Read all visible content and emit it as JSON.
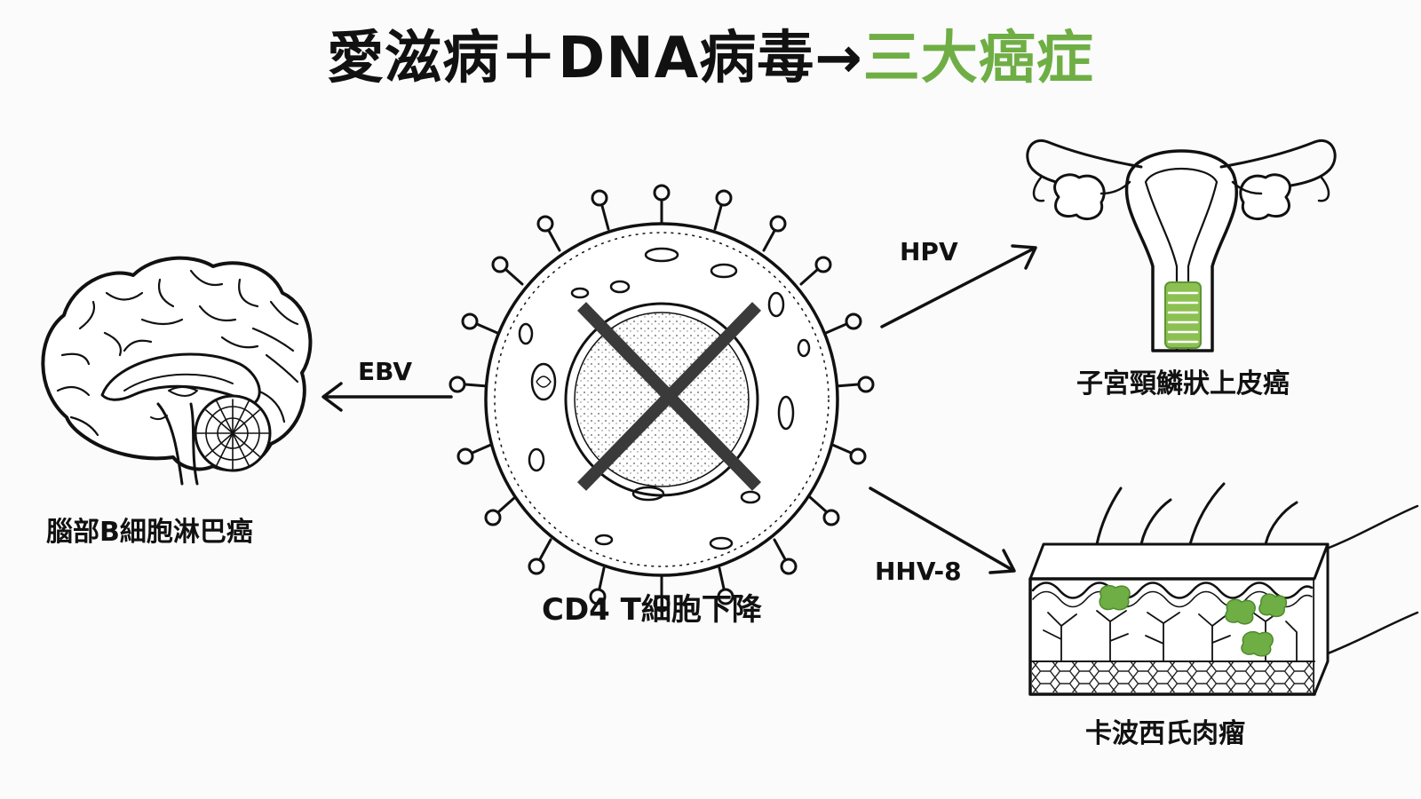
{
  "title": {
    "main": "愛滋病＋DNA病毒→",
    "accent": "三大癌症",
    "accent_color": "#6fae45"
  },
  "center": {
    "label": "CD4 T細胞下降",
    "icon": "t-cell-crossed-icon"
  },
  "branches": [
    {
      "virus": "EBV",
      "cancer": "腦部B細胞淋巴癌",
      "icon": "brain-icon"
    },
    {
      "virus": "HPV",
      "cancer": "子宮頸鱗狀上皮癌",
      "icon": "uterus-icon"
    },
    {
      "virus": "HHV-8",
      "cancer": "卡波西氏肉瘤",
      "icon": "skin-section-icon"
    }
  ],
  "colors": {
    "ink": "#111111",
    "highlight": "#6fae45",
    "cross": "#3a3a3a",
    "background": "#fbfbfb"
  }
}
